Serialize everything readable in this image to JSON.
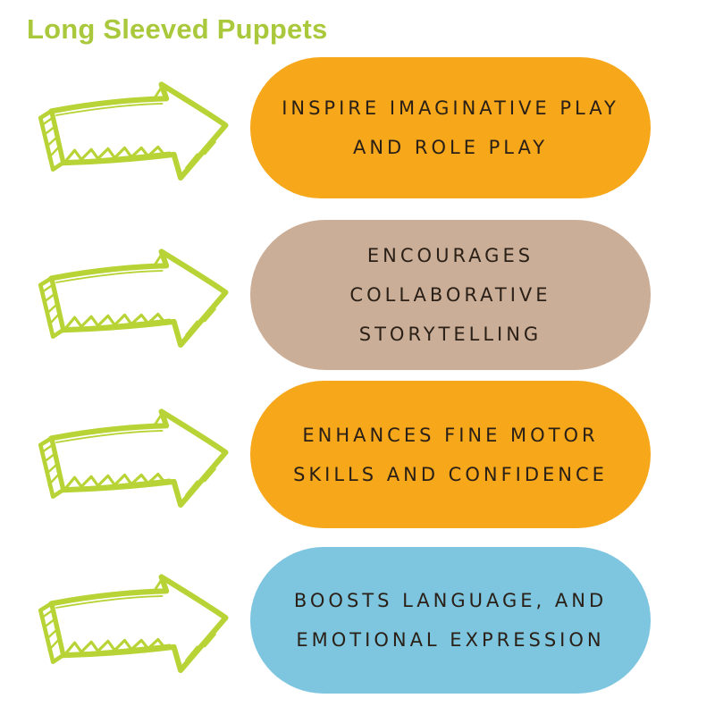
{
  "page": {
    "title": "Long Sleeved Puppets",
    "title_color": "#a9c83b",
    "background": "#ffffff"
  },
  "arrow": {
    "description": "hand-drawn sketch arrow pointing right",
    "color": "#b8d336"
  },
  "text_color": "#2a2017",
  "rows": [
    {
      "label": "INSPIRE IMAGINATIVE PLAY\nAND ROLE PLAY",
      "bg": "#f6a71a"
    },
    {
      "label": "ENCOURAGES\nCOLLABORATIVE\nSTORYTELLING",
      "bg": "#cbae97"
    },
    {
      "label": "ENHANCES FINE MOTOR\nSKILLS AND CONFIDENCE",
      "bg": "#f6a71a"
    },
    {
      "label": "BOOSTS LANGUAGE, AND\nEMOTIONAL EXPRESSION",
      "bg": "#7ec6df"
    }
  ]
}
